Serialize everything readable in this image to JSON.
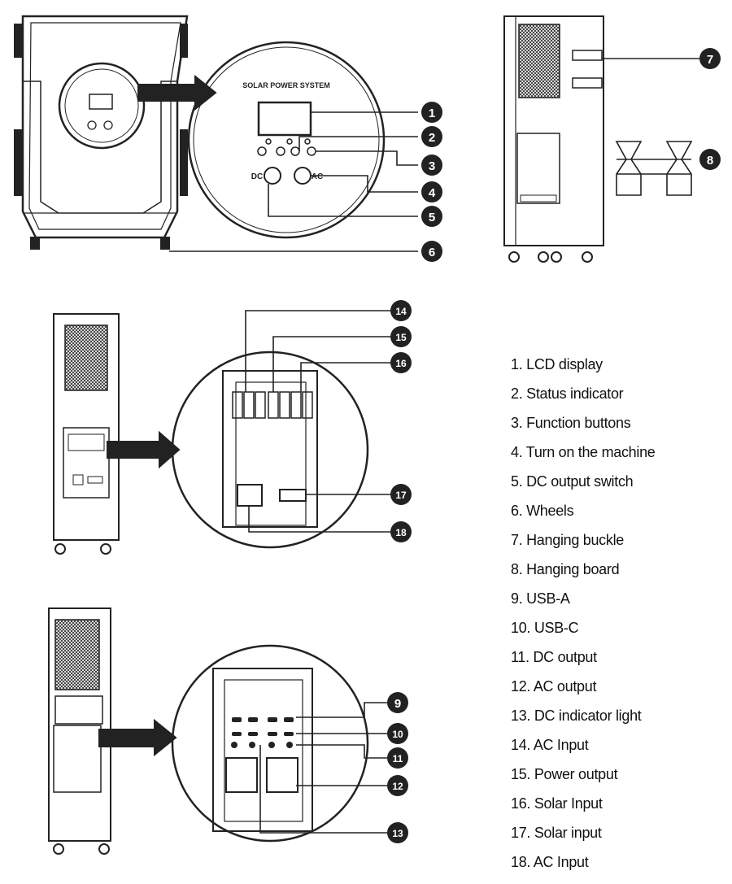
{
  "panel_title": "SOLAR POWER SYSTEM",
  "dc_label": "DC",
  "ac_label": "AC",
  "callouts": [
    "1",
    "2",
    "3",
    "4",
    "5",
    "6",
    "7",
    "8",
    "9",
    "10",
    "11",
    "12",
    "13",
    "14",
    "15",
    "16",
    "17",
    "18"
  ],
  "legend": [
    "1. LCD display",
    "2. Status indicator",
    "3. Function buttons",
    "4. Turn on the machine",
    "5. DC output switch",
    "6. Wheels",
    "7. Hanging buckle",
    "8. Hanging board",
    "9. USB-A",
    "10. USB-C",
    "11. DC output",
    "12. AC output",
    "13. DC indicator light",
    "14. AC Input",
    "15. Power output",
    "16. Solar Input",
    "17. Solar input",
    "18. AC Input"
  ]
}
